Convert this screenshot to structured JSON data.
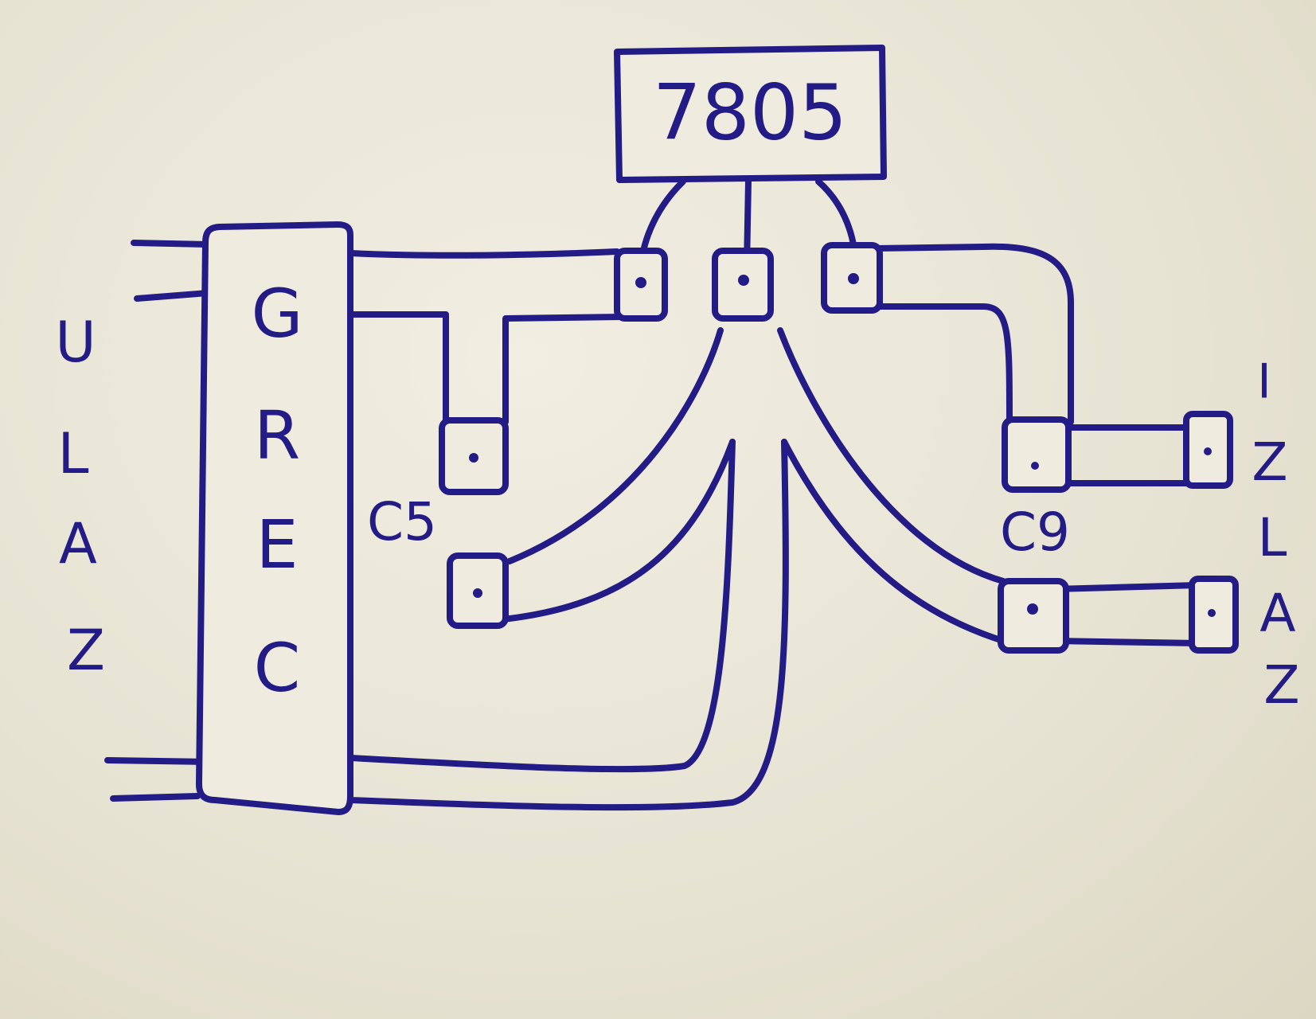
{
  "regulator": {
    "label": "7805"
  },
  "rectifier": {
    "letters": [
      "G",
      "R",
      "E",
      "C"
    ]
  },
  "capacitors": {
    "c5": {
      "label": "C5"
    },
    "c9": {
      "label": "C9"
    }
  },
  "input_label": {
    "letters": [
      "U",
      "L",
      "A",
      "Z"
    ]
  },
  "output_label": {
    "letters": [
      "I",
      "Z",
      "L",
      "A",
      "Z"
    ]
  },
  "ink_color": "#241c86"
}
